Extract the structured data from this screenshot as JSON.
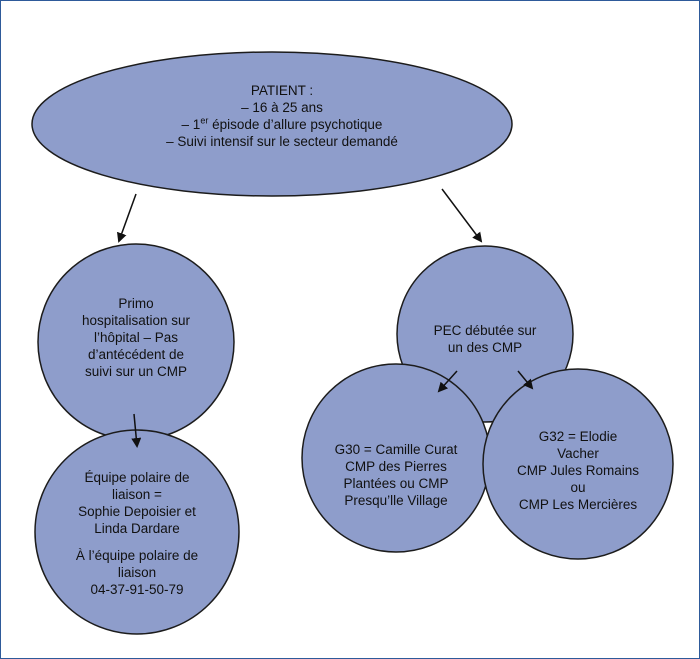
{
  "colors": {
    "node_fill": "#8e9dcb",
    "node_stroke": "#1c1c1c",
    "arrow": "#111111",
    "frame": "#2e5a9a"
  },
  "patient": {
    "title": "PATIENT :",
    "line1": "– 16 à 25 ans",
    "line2_prefix": "– 1",
    "line2_sup": "er",
    "line2_suffix": " épisode d’allure psychotique",
    "line3": "– Suivi intensif sur le secteur demandé"
  },
  "primo": {
    "lines": [
      "Primo",
      "hospitalisation sur",
      "l’hôpital – Pas",
      "d’antécédent de",
      "suivi sur un CMP"
    ]
  },
  "equipe": {
    "lines": [
      "Équipe polaire de",
      "liaison =",
      "Sophie Depoisier et",
      "Linda Dardare"
    ],
    "lines2": [
      "À l’équipe polaire de",
      "liaison",
      "04-37-91-50-79"
    ]
  },
  "pec": {
    "lines": [
      "PEC débutée sur",
      "un des  CMP"
    ]
  },
  "g30": {
    "lines": [
      "G30 = Camille Curat",
      "CMP des Pierres",
      "Plantées ou CMP",
      "Presqu’lle Village"
    ]
  },
  "g32": {
    "lines": [
      "G32 = Elodie",
      "Vacher",
      "CMP Jules Romains",
      "ou",
      "CMP Les Mercières"
    ]
  }
}
